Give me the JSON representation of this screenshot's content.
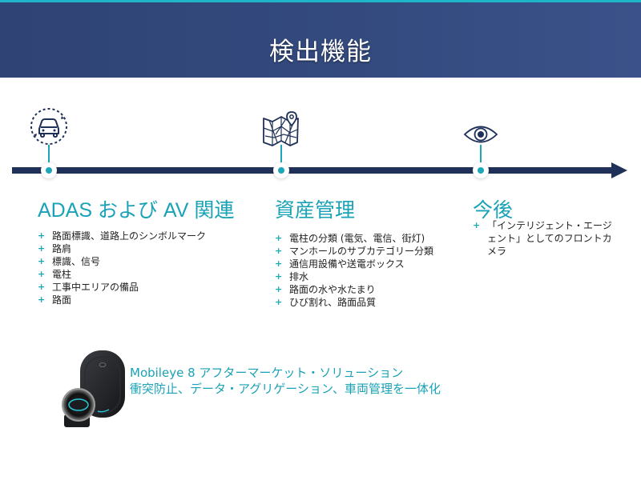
{
  "header": {
    "title": "検出機能"
  },
  "colors": {
    "header_bg": "#344b80",
    "accent": "#1aa7b8",
    "timeline": "#1f3158",
    "top_line": "#1fb5c9"
  },
  "timeline": {
    "nodes": [
      {
        "icon": "car-rotate-icon"
      },
      {
        "icon": "map-pin-icon"
      },
      {
        "icon": "eye-icon"
      }
    ]
  },
  "columns": [
    {
      "title": "ADAS および AV 関連",
      "items": [
        "路面標識、道路上のシンボルマーク",
        "路肩",
        "標識、信号",
        "電柱",
        "工事中エリアの備品",
        "路面"
      ]
    },
    {
      "title": "資産管理",
      "items": [
        "電柱の分類 (電気、電信、街灯)",
        "マンホールのサブカテゴリー分類",
        "通信用設備や送電ボックス",
        "排水",
        "路面の水や水たまり",
        "ひび割れ、路面品質"
      ]
    },
    {
      "title": "今後",
      "items": [
        "「インテリジェント・エージェント」としてのフロントカメラ"
      ]
    }
  ],
  "promo": {
    "line1": "Mobileye 8 アフターマーケット・ソリューション",
    "line2": "衝突防止、データ・アグリゲーション、車両管理を一体化"
  }
}
